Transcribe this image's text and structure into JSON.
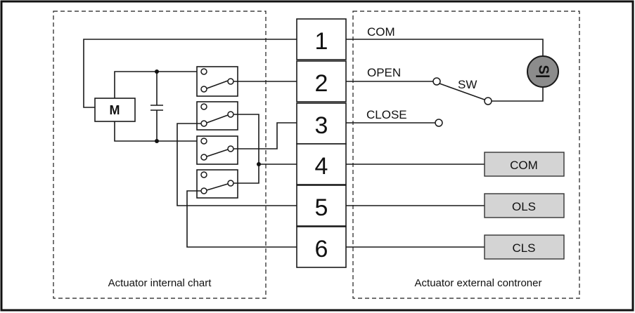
{
  "left_panel": {
    "caption": "Actuator internal chart"
  },
  "right_panel": {
    "caption": "Actuator external controner"
  },
  "motor": {
    "label": "M"
  },
  "terminals": [
    {
      "number": "1"
    },
    {
      "number": "2"
    },
    {
      "number": "3"
    },
    {
      "number": "4"
    },
    {
      "number": "5"
    },
    {
      "number": "6"
    }
  ],
  "signals": {
    "com": "COM",
    "open": "OPEN",
    "close": "CLOSE",
    "switch": "SW"
  },
  "source": {
    "symbol": "S|"
  },
  "outputs": [
    {
      "label": "COM"
    },
    {
      "label": "OLS"
    },
    {
      "label": "CLS"
    }
  ],
  "colors": {
    "box_fill": "#d4d4d4",
    "source_fill": "#8c8c8c",
    "line": "#1a1a1a"
  }
}
